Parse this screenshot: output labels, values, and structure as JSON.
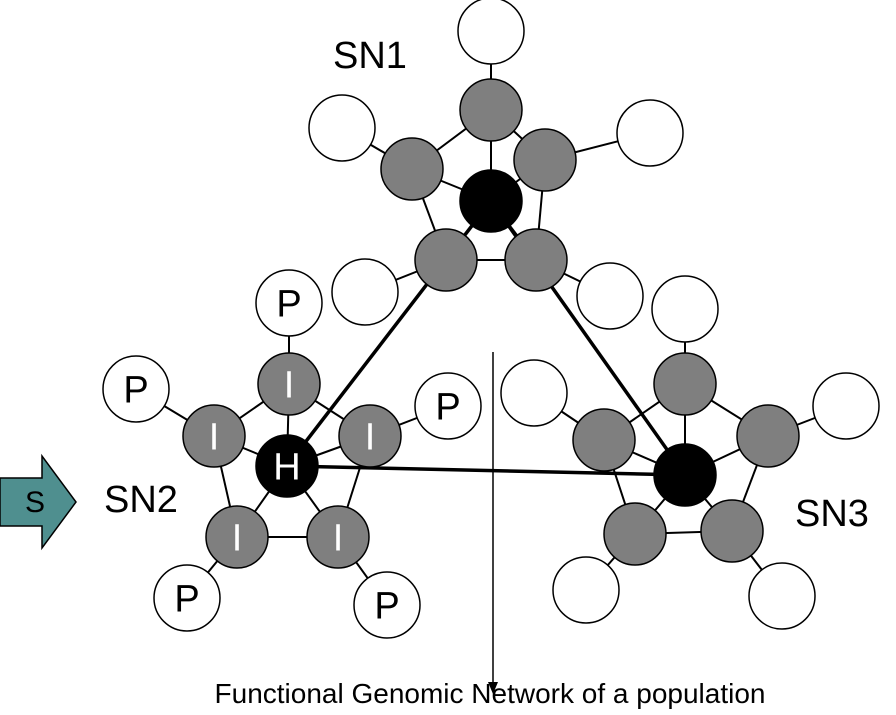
{
  "labels": {
    "sn1": "SN1",
    "sn2": "SN2",
    "sn3": "SN3",
    "signal": "S",
    "caption": "Functional Genomic Network of a population"
  },
  "node_labels": {
    "hub": "H",
    "intermediate": "I",
    "peripheral": "P"
  },
  "colors": {
    "hub": "#000000",
    "intermediate": "#7f7f7f",
    "peripheral": "#ffffff",
    "edge": "#000000",
    "signal_arrow": "#4f8f8f"
  }
}
